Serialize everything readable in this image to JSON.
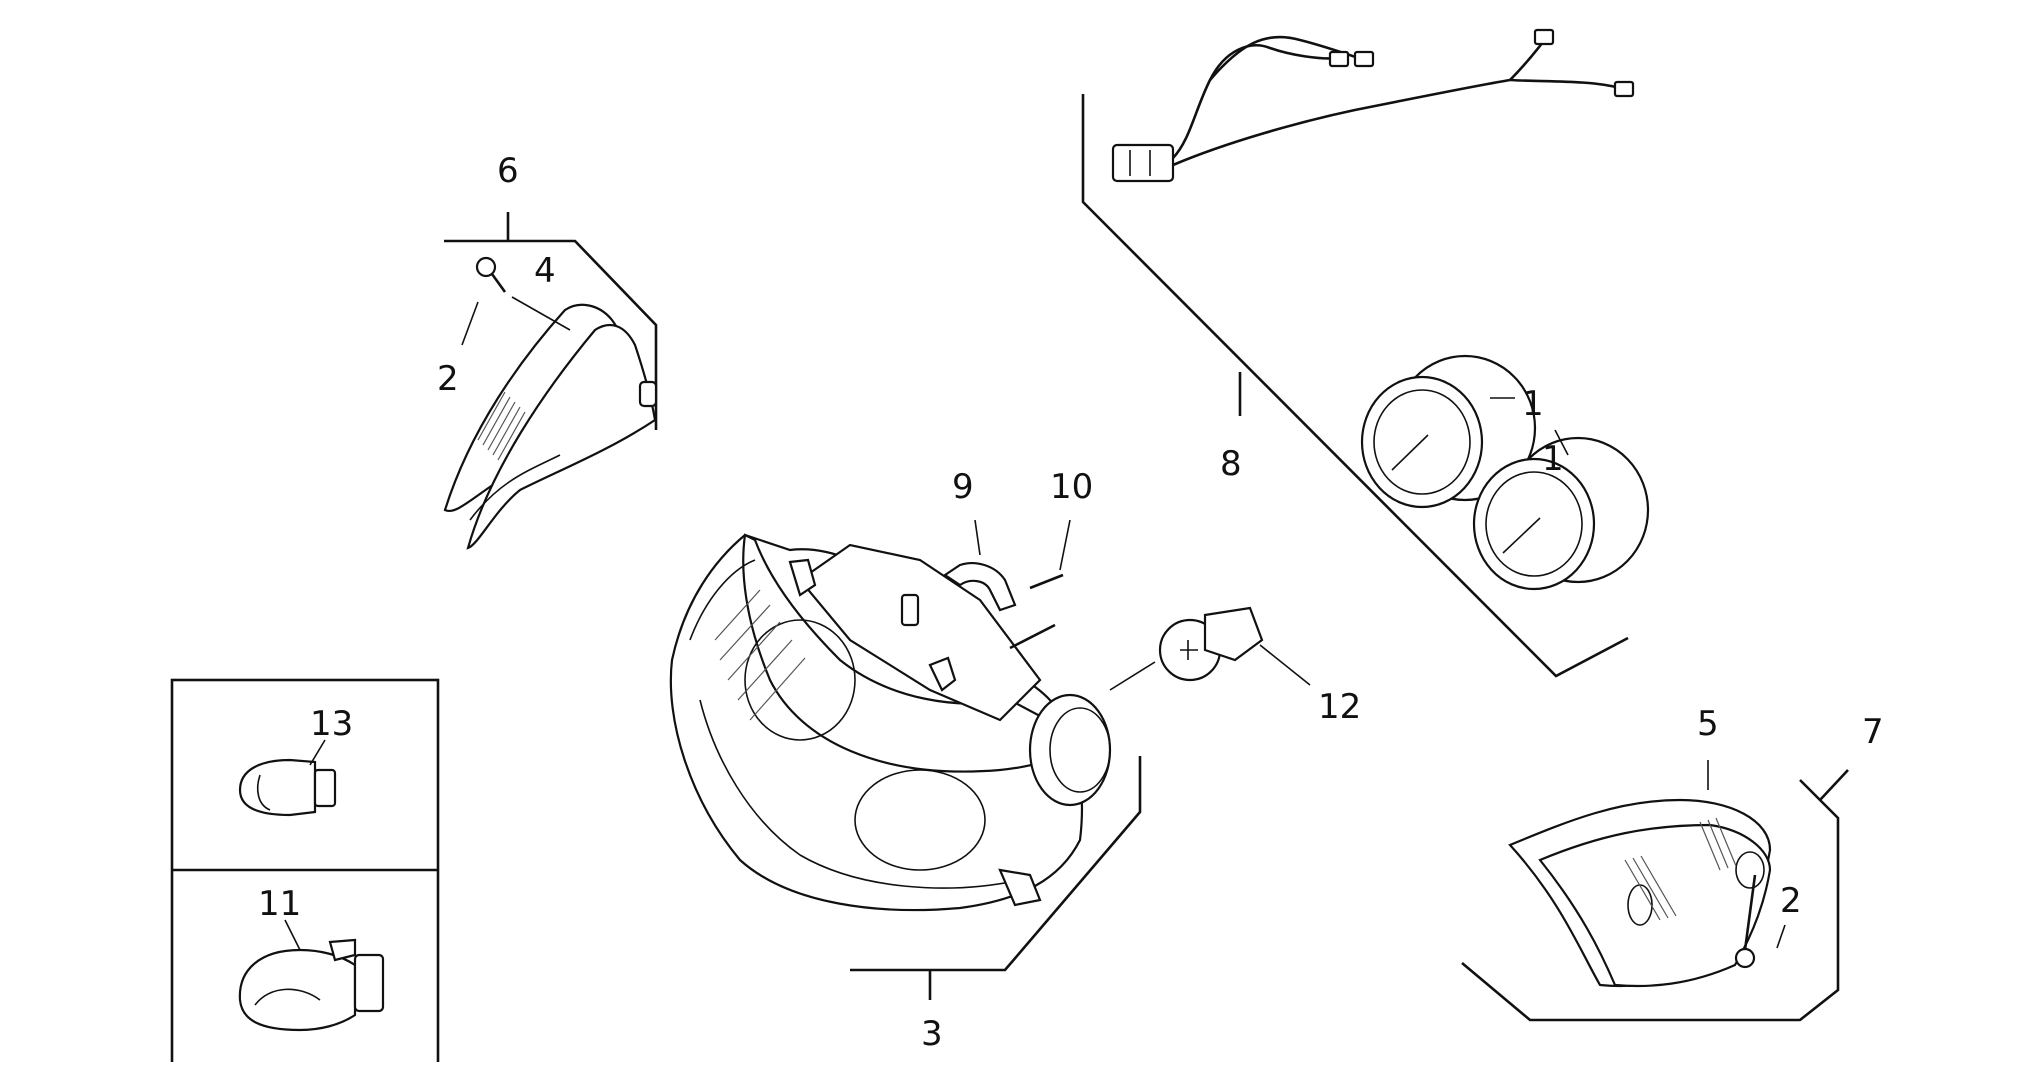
{
  "diagram": {
    "callouts": [
      {
        "id": "1",
        "label": "1"
      },
      {
        "id": "1b",
        "label": "1"
      },
      {
        "id": "2a",
        "label": "2"
      },
      {
        "id": "2b",
        "label": "2"
      },
      {
        "id": "3",
        "label": "3"
      },
      {
        "id": "4",
        "label": "4"
      },
      {
        "id": "5",
        "label": "5"
      },
      {
        "id": "6",
        "label": "6"
      },
      {
        "id": "7",
        "label": "7"
      },
      {
        "id": "8",
        "label": "8"
      },
      {
        "id": "9",
        "label": "9"
      },
      {
        "id": "10",
        "label": "10"
      },
      {
        "id": "11",
        "label": "11"
      },
      {
        "id": "12",
        "label": "12"
      },
      {
        "id": "13",
        "label": "13"
      }
    ]
  }
}
